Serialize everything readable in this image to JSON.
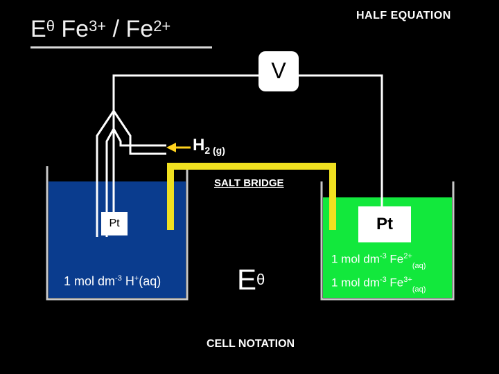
{
  "title": {
    "prefix": "E",
    "theta": "θ",
    "fe": " Fe",
    "charge1": "3+",
    "sep": " / Fe",
    "charge2": "2+"
  },
  "half_equation": "HALF EQUATION",
  "voltmeter": {
    "label": "V"
  },
  "hydrogen": {
    "main": "H",
    "sub": "2 (g)"
  },
  "salt_bridge": "SALT BRIDGE",
  "left_electrode": "Pt",
  "right_electrode": "Pt",
  "left_solution": {
    "text1": "1 mol dm",
    "exp": "-3",
    "text2": " H",
    "plus": "+",
    "text3": "(aq)"
  },
  "right_solution": [
    {
      "text1": "1 mol dm",
      "exp": "-3",
      "text2": " Fe",
      "charge": "2+",
      "state": "(aq)"
    },
    {
      "text1": "1 mol dm",
      "exp": "-3",
      "text2": " Fe",
      "charge": "3+",
      "state": "(aq)"
    }
  ],
  "e_theta": {
    "e": "E",
    "theta": "θ"
  },
  "cell_notation": "CELL NOTATION",
  "colors": {
    "left_solution": "#0a3c8e",
    "right_solution": "#12e83c",
    "salt_bridge": "#f0e020",
    "wire": "#ffffff",
    "beaker": "#c8c8c8"
  }
}
